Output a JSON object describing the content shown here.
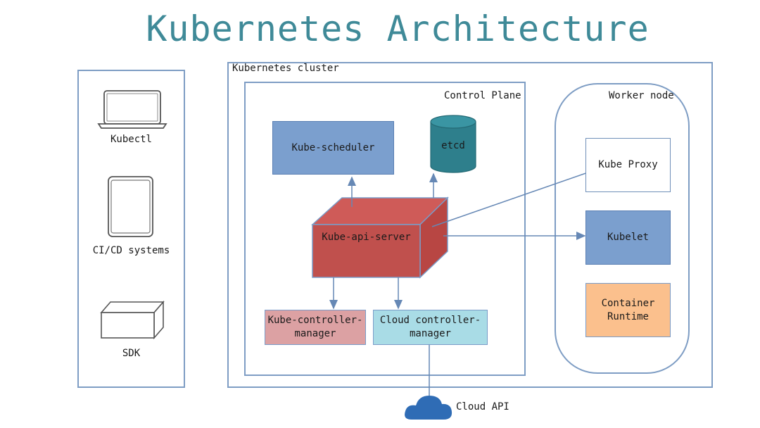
{
  "title": "Kubernetes Architecture",
  "clients": {
    "kubectl": "Kubectl",
    "cicd": "CI/CD systems",
    "sdk": "SDK"
  },
  "cluster": {
    "label": "Kubernetes cluster",
    "control_plane": {
      "label": "Control Plane",
      "scheduler": "Kube-scheduler",
      "etcd": "etcd",
      "api_server": "Kube-api-server",
      "controller_manager_line1": "Kube-controller-",
      "controller_manager_line2": "manager",
      "cloud_controller_line1": "Cloud controller-",
      "cloud_controller_line2": "manager"
    },
    "worker": {
      "label": "Worker node",
      "kube_proxy": "Kube Proxy",
      "kubelet": "Kubelet",
      "runtime_line1": "Container",
      "runtime_line2": "Runtime"
    }
  },
  "cloud_api": "Cloud API",
  "colors": {
    "title": "#3f8a98",
    "scheduler": "#7b9fce",
    "etcd": "#2e7f8c",
    "api_server": "#c0504d",
    "controller_manager": "#dca1a3",
    "cloud_controller": "#a9dce6",
    "kubelet": "#7b9fce",
    "runtime": "#fbc08d",
    "cloud": "#2f6cb5"
  }
}
